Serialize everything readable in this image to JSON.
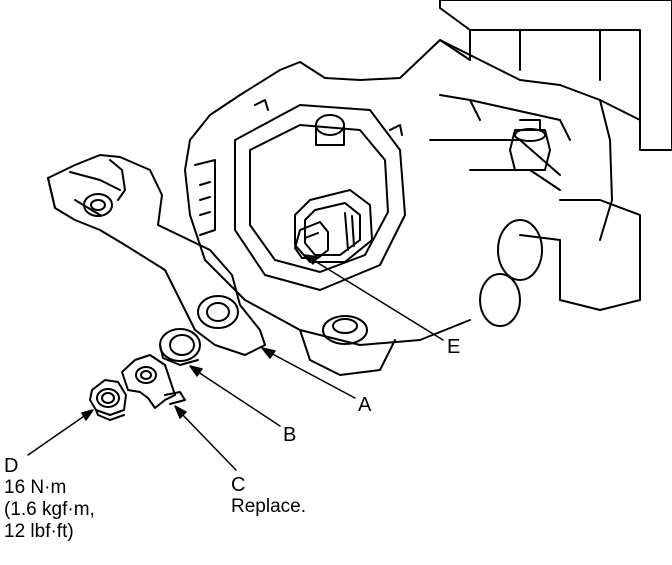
{
  "callouts": {
    "A": {
      "letter": "A"
    },
    "B": {
      "letter": "B"
    },
    "C": {
      "letter": "C",
      "note": "Replace."
    },
    "D": {
      "letter": "D",
      "torque_lines": [
        "16 N·m",
        "(1.6 kgf·m,",
        "12 lbf·ft)"
      ]
    },
    "E": {
      "letter": "E"
    }
  },
  "colors": {
    "ink": "#000000",
    "paper": "#ffffff"
  }
}
